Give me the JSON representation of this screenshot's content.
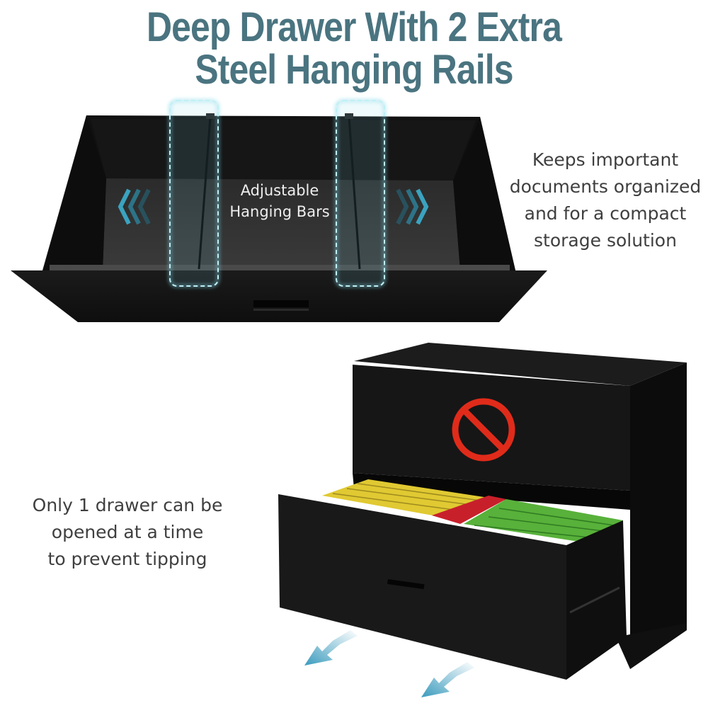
{
  "title": {
    "line1": "Deep Drawer With 2 Extra",
    "line2": "Steel Hanging Rails",
    "color": "#4a7480"
  },
  "top_image": {
    "label_line1": "Adjustable",
    "label_line2": "Hanging Bars",
    "highlight_color": "#7fd6e6",
    "arrow_color": "#3aa3c0",
    "icons": [
      "chevron-left-triple-icon",
      "chevron-right-triple-icon"
    ]
  },
  "right_caption": {
    "line1": "Keeps important",
    "line2": "documents organized",
    "line3": "and for a compact",
    "line4": "storage solution"
  },
  "left_caption": {
    "line1": "Only 1 drawer can be",
    "line2": "opened at a time",
    "line3": "to prevent tipping"
  },
  "bottom_image": {
    "prohibition_color": "#e02b1a",
    "folder_colors": [
      "#e0c932",
      "#c8202b",
      "#58b13a"
    ],
    "pull_arrow_color": "#3a9bbd",
    "icons": [
      "prohibited-icon",
      "pull-out-arrow-icon"
    ]
  }
}
